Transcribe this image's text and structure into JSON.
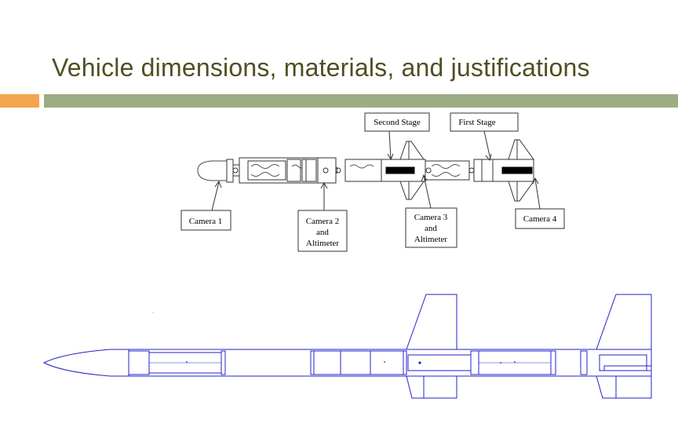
{
  "slide": {
    "title": "Vehicle dimensions, materials, and justifications",
    "colors": {
      "title": "#4f4f23",
      "accent_orange": "#f4a44d",
      "accent_green": "#9bad82",
      "cad_line": "#2222cc"
    }
  },
  "callouts": {
    "second_stage": "Second Stage",
    "first_stage": "First Stage",
    "camera1": "Camera 1",
    "camera2": [
      "Camera 2",
      "and",
      "Altimeter"
    ],
    "camera3": [
      "Camera 3",
      "and",
      "Altimeter"
    ],
    "camera4": "Camera 4"
  }
}
